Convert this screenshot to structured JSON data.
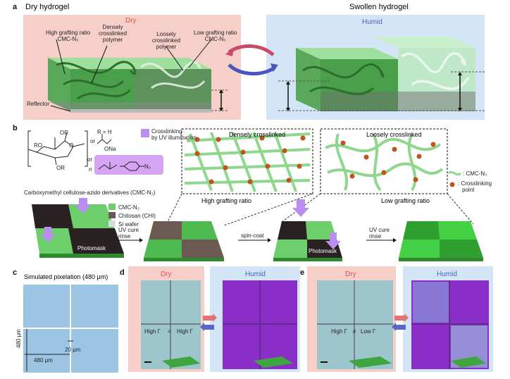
{
  "panel_a": {
    "label": "a",
    "dry_header": "Dry hydrogel",
    "swollen_header": "Swollen hydrogel",
    "dry_title": "Dry",
    "humid_title": "Humid",
    "annotations": {
      "high_ratio": [
        "High grafting ratio",
        "CMC-N₃"
      ],
      "dense": [
        "Densely",
        "crosslinked",
        "polymer"
      ],
      "loose": [
        "Loosely",
        "crosslinked",
        "polymer"
      ],
      "low_ratio": [
        "Low grafting ratio",
        "CMC-N₃"
      ],
      "reflector": "Reflector"
    }
  },
  "panel_b": {
    "label": "b",
    "r_eq": "R = H",
    "or1": "or",
    "or2": "or",
    "ona": "ONa",
    "n3": "N₃",
    "n_sub": "n",
    "or_group": "OR",
    "ro_group": "RO",
    "o_ring": "O",
    "h_atom": "H",
    "n_atom": "N",
    "o_atom": "O",
    "crosslink_legend": [
      "Crosslinking",
      "by UV illumination"
    ],
    "compound_name": "Carboxymethyl cellulose-azido derivatives (CMC-N₃)",
    "dense_title": "Densely crosslinked",
    "loose_title": "Loosely crosslinked",
    "high_ratio": "High grafting ratio",
    "low_ratio": "Low grafting ratio",
    "legend_cmc": ": CMC-N₃",
    "legend_point": [
      ": Crosslinking",
      "point"
    ],
    "mat_legend": [
      "CMC-N₃",
      "Chitosan (CHI)",
      "Si wafer"
    ],
    "photomask": "Photomask",
    "step1": [
      "UV cure",
      "rinse"
    ],
    "step2": "spin-coat",
    "step3": [
      "UV cure",
      "rinse"
    ]
  },
  "panel_c": {
    "label": "c",
    "title": "Simulated pixelation (480 μm)",
    "dim_v": "480 μm",
    "dim_h": "480 μm",
    "gap": "20 μm"
  },
  "panel_d": {
    "label": "d",
    "dry": "Dry",
    "humid": "Humid",
    "left_val": "High Γ",
    "relation": "=",
    "right_val": "High Γ"
  },
  "panel_e": {
    "label": "e",
    "dry": "Dry",
    "humid": "Humid",
    "left_val": "High Γ",
    "relation": "≠",
    "right_val": "Low Γ"
  },
  "colors": {
    "dry_bg": "#f6cfc8",
    "humid_bg": "#cfe3f6",
    "gel_dark": "#3f9a3f",
    "gel_light": "#8fd88f",
    "purple": "#9b30e0",
    "photo_blue": "#9cc9d9",
    "crosslink": "#c0541e"
  }
}
